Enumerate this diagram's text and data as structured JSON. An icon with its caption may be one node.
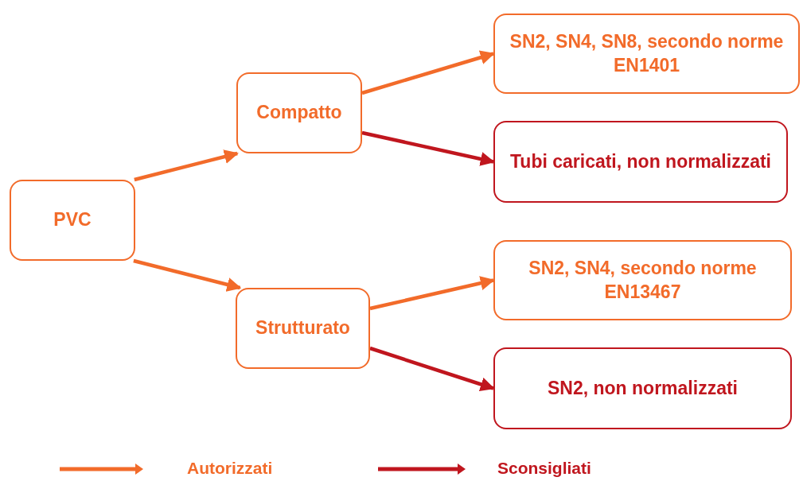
{
  "diagram": {
    "nodes": [
      {
        "text": [
          "PVC"
        ]
      },
      {
        "text": [
          "Compatto"
        ]
      },
      {
        "text": [
          "Strutturato"
        ]
      },
      {
        "text": [
          "SN2, SN4, SN8, secondo norme EN1401"
        ]
      },
      {
        "text": [
          "Tubi caricati, non normalizzati"
        ]
      },
      {
        "text": [
          "SN2, SN4, secondo norme EN13467"
        ]
      },
      {
        "text": [
          "SN2, non normalizzati"
        ]
      }
    ],
    "edges": [
      {
        "from": 0,
        "to": 1,
        "arrow": "to"
      },
      {
        "from": 0,
        "to": 2,
        "arrow": "to"
      },
      {
        "from": 1,
        "to": 3,
        "arrow": "to"
      },
      {
        "from": 1,
        "to": 4,
        "arrow": "to",
        "color": "#c0161e"
      },
      {
        "from": 2,
        "to": 5,
        "arrow": "to"
      },
      {
        "from": 2,
        "to": 6,
        "arrow": "to",
        "color": "#c0161e"
      }
    ],
    "legend": [
      {
        "text": "Autorizzati"
      },
      {
        "text": "Sconsigliati"
      }
    ]
  }
}
